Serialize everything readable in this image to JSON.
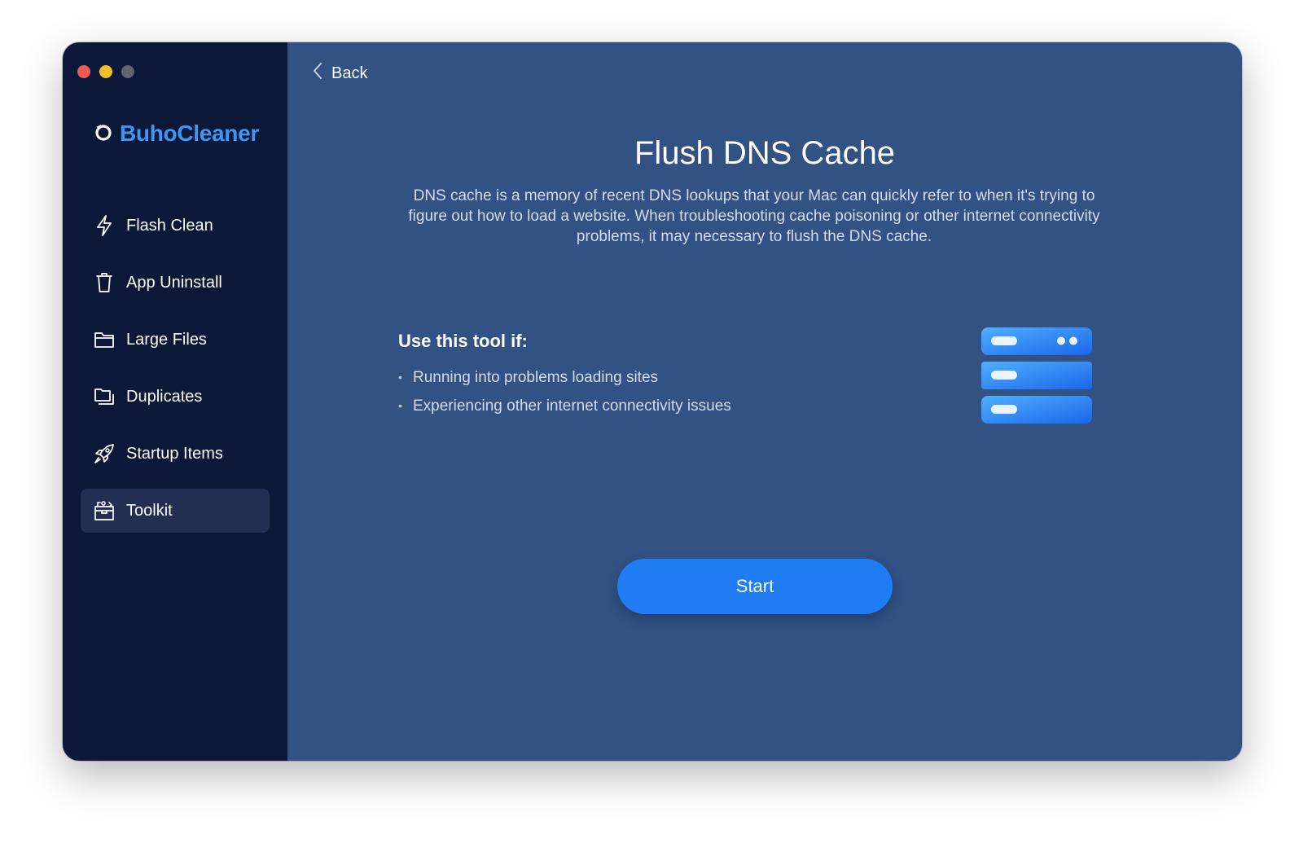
{
  "window": {
    "traffic_lights": {
      "close_color": "#ee5b56",
      "minimize_color": "#f5bc2f",
      "zoom_color": "#5f6470"
    }
  },
  "brand": {
    "name": "BuhoCleaner",
    "logo_icon": "buho-logo-icon",
    "color": "#3f95f5"
  },
  "sidebar": {
    "items": [
      {
        "label": "Flash Clean",
        "icon": "lightning-icon",
        "active": false
      },
      {
        "label": "App Uninstall",
        "icon": "trash-icon",
        "active": false
      },
      {
        "label": "Large Files",
        "icon": "folder-icon",
        "active": false
      },
      {
        "label": "Duplicates",
        "icon": "duplicate-folder-icon",
        "active": false
      },
      {
        "label": "Startup Items",
        "icon": "rocket-icon",
        "active": false
      },
      {
        "label": "Toolkit",
        "icon": "toolkit-icon",
        "active": true
      }
    ]
  },
  "main": {
    "back_label": "Back",
    "title": "Flush DNS Cache",
    "description": "DNS cache is a memory of recent DNS lookups that your Mac can quickly refer to when it's trying to figure out how to load a website. When troubleshooting cache poisoning or other internet connectivity problems, it may necessary to flush the DNS cache.",
    "use_heading": "Use this tool if:",
    "use_items": [
      "Running into problems loading sites",
      "Experiencing other internet connectivity issues"
    ],
    "illustration_icon": "server-stack-icon",
    "start_label": "Start",
    "accent_color": "#1f7cf2",
    "background_color": "#325284"
  }
}
